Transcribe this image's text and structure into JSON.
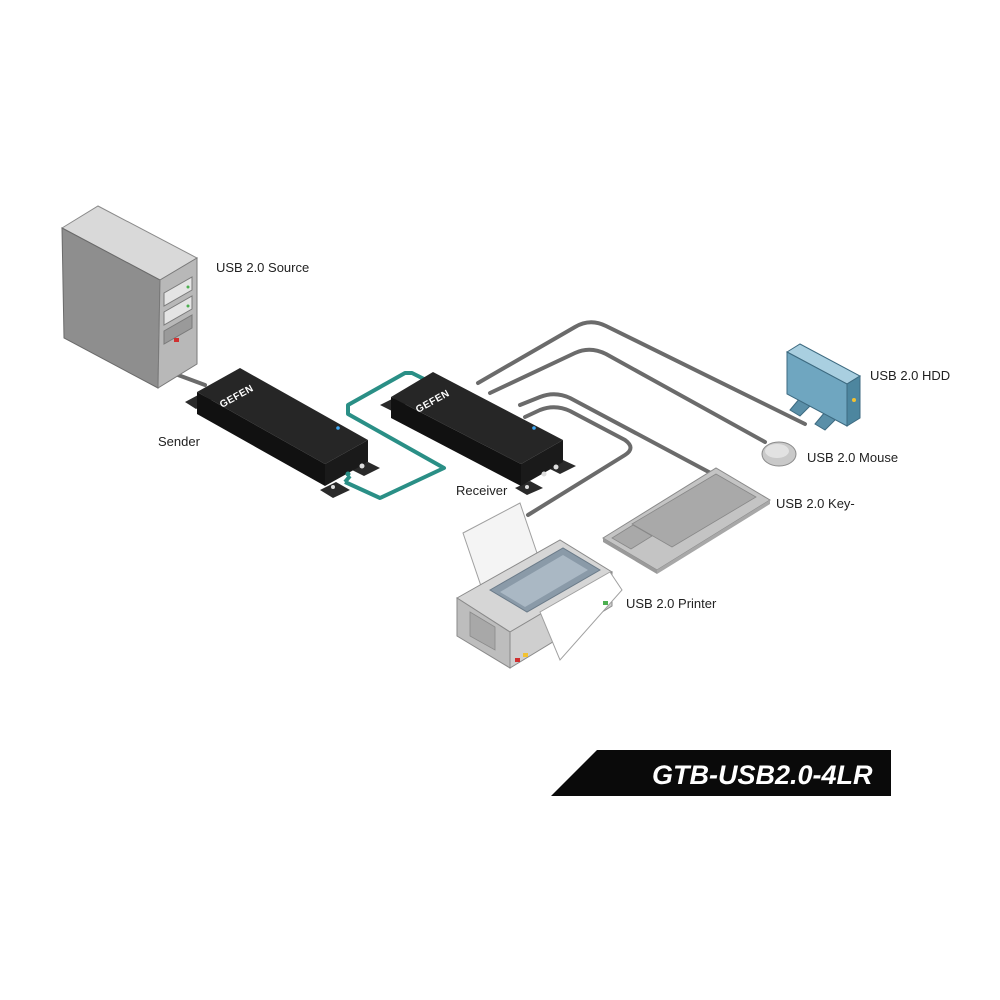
{
  "labels": {
    "source": "USB 2.0 Source",
    "sender": "Sender",
    "receiver": "Receiver",
    "hdd": "USB 2.0 HDD",
    "mouse": "USB 2.0 Mouse",
    "keyboard": "USB 2.0 Key-",
    "printer": "USB 2.0 Printer"
  },
  "brand": "GEFEN",
  "model": "GTB-USB2.0-4LR",
  "colors": {
    "cable_usb": "#6b6b6b",
    "cable_link": "#2a8f86",
    "device_body": "#1c1c1c",
    "hdd_body": "#6fa6c0",
    "banner": "#0a0a0a"
  }
}
